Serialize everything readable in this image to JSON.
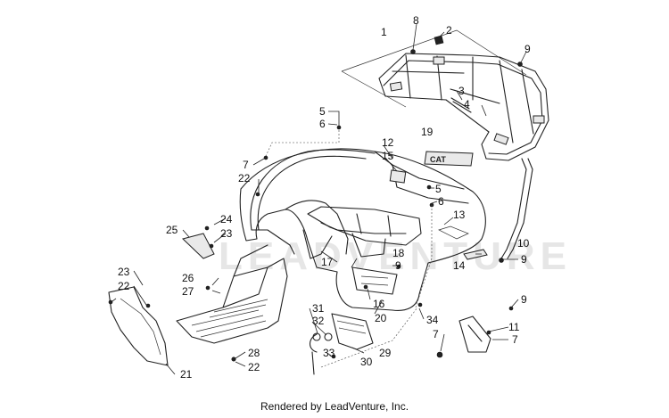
{
  "watermark": "LEADVENTURE",
  "emblem_text": "CAT",
  "footer": {
    "credit": "Rendered by LeadVenture, Inc."
  },
  "callouts": {
    "c1": "1",
    "c2": "2",
    "c3": "3",
    "c4": "4",
    "c5a": "5",
    "c5b": "5",
    "c6a": "6",
    "c6b": "6",
    "c7a": "7",
    "c7b": "7",
    "c7c": "7",
    "c8": "8",
    "c9a": "9",
    "c9b": "9",
    "c9c": "9",
    "c9d": "9",
    "c10": "10",
    "c11": "11",
    "c12": "12",
    "c13": "13",
    "c14": "14",
    "c15": "15",
    "c16": "16",
    "c17": "17",
    "c18": "18",
    "c19": "19",
    "c20": "20",
    "c21": "21",
    "c22a": "22",
    "c22b": "22",
    "c22c": "22",
    "c23a": "23",
    "c23b": "23",
    "c24": "24",
    "c25": "25",
    "c26": "26",
    "c27": "27",
    "c28": "28",
    "c29": "29",
    "c30": "30",
    "c31": "31",
    "c32": "32",
    "c33": "33",
    "c34": "34"
  }
}
